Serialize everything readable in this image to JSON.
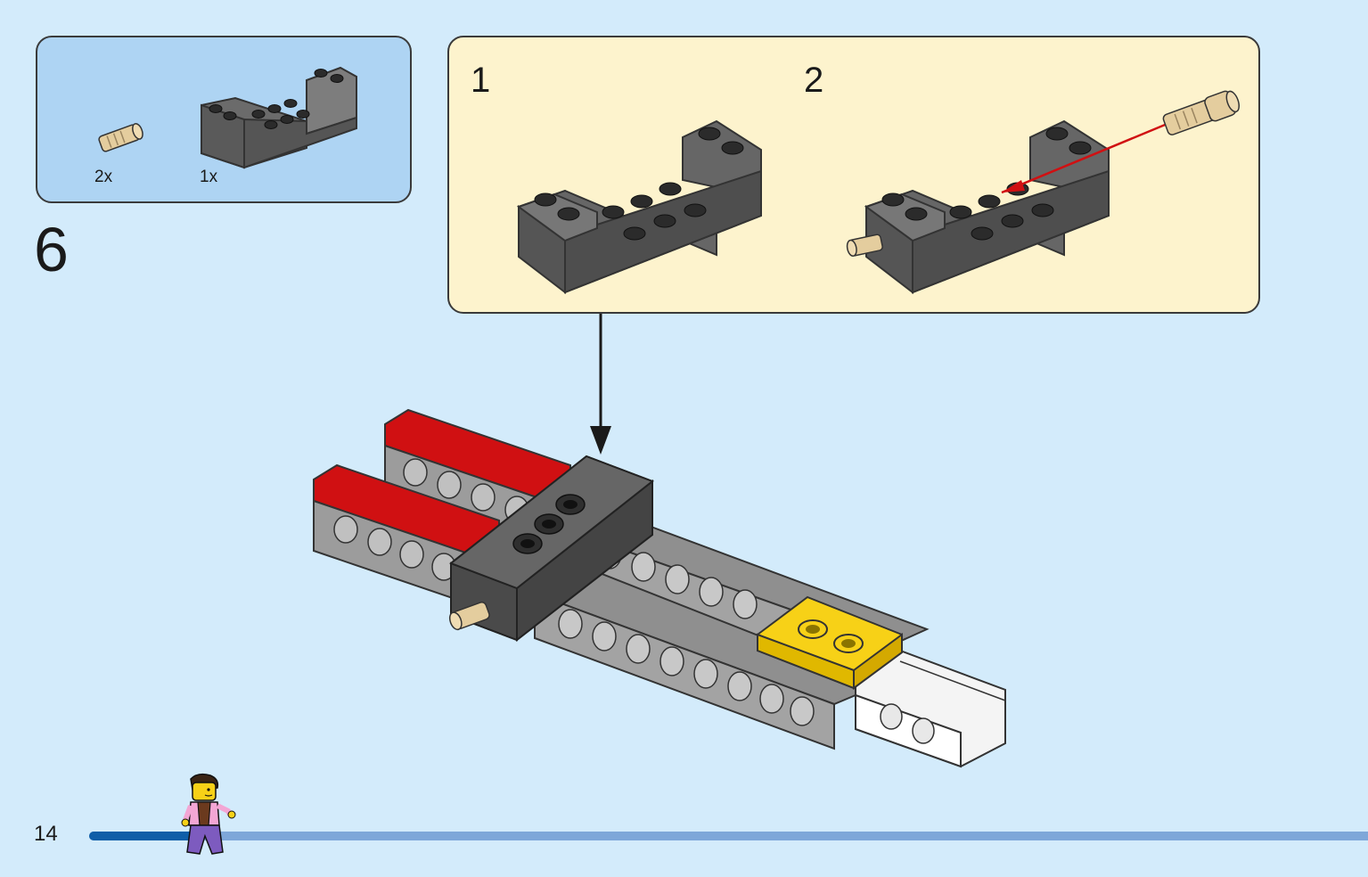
{
  "parts_list": {
    "items": [
      {
        "part": "tan-axle-pin",
        "quantity": "2x"
      },
      {
        "part": "dark-gray-brick-with-pin-holes",
        "quantity": "1x"
      }
    ]
  },
  "step": {
    "number": "6",
    "substeps": [
      {
        "label": "1"
      },
      {
        "label": "2"
      }
    ]
  },
  "footer": {
    "page_number": "14",
    "progress": 0.09
  },
  "colors": {
    "background": "#d3ebfb",
    "parts_box": "#aed4f3",
    "substep_box": "#fdf3cd",
    "dark_gray_brick": "#6b6b6b",
    "red_brick": "#d01012",
    "yellow_plate": "#f7d117",
    "white_beam": "#f4f4f4",
    "tan_pin": "#e4cd9e",
    "progress_fill": "#0f5ea8",
    "progress_track": "#7ea7d9"
  }
}
